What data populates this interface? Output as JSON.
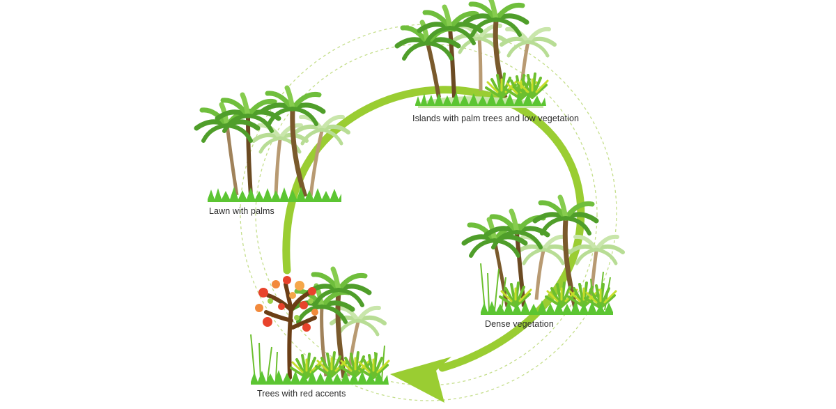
{
  "diagram": {
    "stages": [
      {
        "id": "islands",
        "label": "Islands with palm trees and low vegetation"
      },
      {
        "id": "dense",
        "label": "Dense vegetation"
      },
      {
        "id": "red",
        "label": "Trees with red accents"
      },
      {
        "id": "lawn",
        "label": "Lawn with palms"
      }
    ],
    "colors": {
      "arrow": "#9acd32",
      "dashed": "#c4de8a",
      "grass": "#5cc532",
      "palm_leaf": "#6fbe3c",
      "palm_leaf_light": "#b8dd95",
      "trunk": "#7a5a2c",
      "flower_red": "#e8432c",
      "flower_orange": "#f28a3c"
    }
  }
}
